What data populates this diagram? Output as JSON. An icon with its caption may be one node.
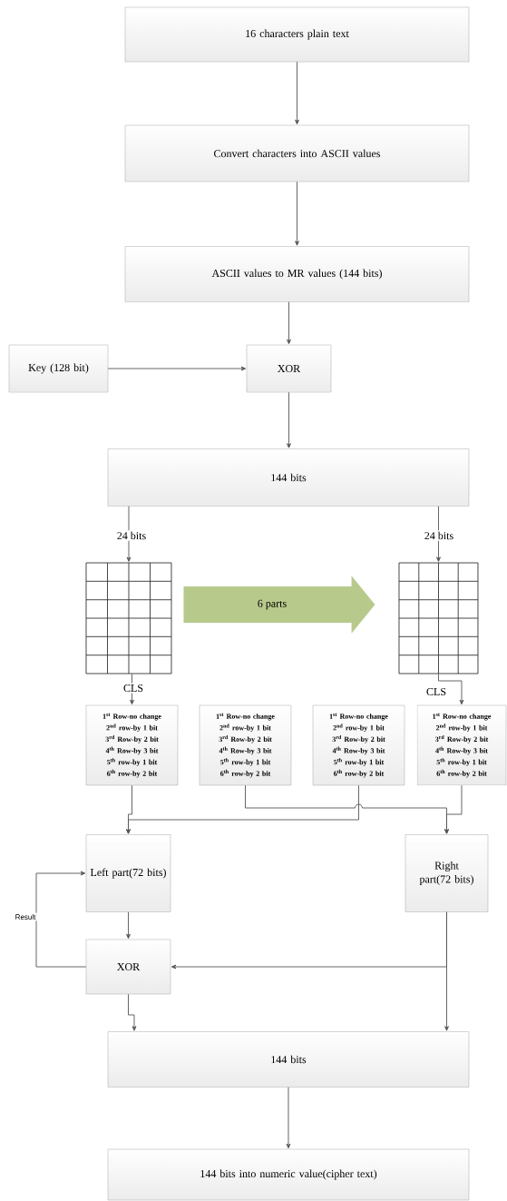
{
  "diagram": {
    "nodes": [
      {
        "text": [
          "16 characters plain text"
        ]
      },
      {
        "text": [
          "Convert characters into ASCII values"
        ]
      },
      {
        "text": [
          "ASCII values to MR values (144 bits)"
        ]
      },
      {
        "text": [
          "Key (128 bit)"
        ]
      },
      {
        "text": [
          "XOR"
        ]
      },
      {
        "text": [
          "144 bits"
        ]
      },
      {
        "text": [],
        "shape": "grid"
      },
      {
        "text": [],
        "shape": "grid"
      },
      {
        "text": [
          "\\textbf{1}^{\\textbf{st}}\\textbf{ Row-no change}",
          "\\textbf{2}^{\\textbf{nd}}\\textbf{ row-by 1 bit}",
          "\\textbf{3}^{\\textbf{rd}}\\textbf{ Row-by 2 bit}",
          "\\textbf{4}^{\\textbf{th}}\\textbf{ Row-by 3 bit}",
          "\\textbf{5}^{\\textbf{th}}\\textbf{ row-by 1 bit}",
          "\\textbf{6}^{\\textbf{th}}\\textbf{ row-by 2 bit}"
        ]
      },
      {
        "text": [
          "\\textbf{1}^{\\textbf{st}}\\textbf{ Row-no change}",
          "\\textbf{2}^{\\textbf{nd}}\\textbf{ row-by 1 bit}",
          "\\textbf{3}^{\\textbf{rd}}\\textbf{ Row-by 2 bit}",
          "\\textbf{4}^{\\textbf{th}}\\textbf{ Row-by 3 bit}",
          "\\textbf{5}^{\\textbf{th}}\\textbf{ row-by 1 bit}",
          "\\textbf{6}^{\\textbf{th}}\\textbf{ row-by 2 bit}"
        ]
      },
      {
        "text": [
          "\\textbf{1}^{\\textbf{st}}\\textbf{ Row-no change}",
          "\\textbf{2}^{\\textbf{nd}}\\textbf{ row-by 1 bit}",
          "\\textbf{3}^{\\textbf{rd}}\\textbf{ Row-by 2 bit}",
          "\\textbf{4}^{\\textbf{th}}\\textbf{ Row-by 3 bit}",
          "\\textbf{5}^{\\textbf{th}}\\textbf{ row-by 1 bit}",
          "\\textbf{6}^{\\textbf{th}}\\textbf{ row-by 2 bit}"
        ]
      },
      {
        "text": [
          "\\textbf{1}^{\\textbf{st}}\\textbf{ Row-no change}",
          "\\textbf{2}^{\\textbf{nd}}\\textbf{ row-by 1 bit}",
          "\\textbf{3}^{\\textbf{rd}}\\textbf{ Row-by 2 bit}",
          "\\textbf{4}^{\\textbf{th}}\\textbf{ Row-by 3 bit}",
          "\\textbf{5}^{\\textbf{th}}\\textbf{ row-by 1 bit}",
          "\\textbf{6}^{\\textbf{th}}\\textbf{ row-by 2 bit}"
        ]
      },
      {
        "text": [
          "Left part(72 bits)"
        ]
      },
      {
        "text": [
          "Right part(72 bits)"
        ]
      },
      {
        "text": [
          "XOR"
        ]
      },
      {
        "text": [
          "144 bits"
        ]
      },
      {
        "text": [
          "144 bits into numeric value(cipher text)"
        ]
      }
    ],
    "edges": [
      {
        "from": 0,
        "to": 1,
        "arrow": "to"
      },
      {
        "from": 1,
        "to": 2,
        "arrow": "to"
      },
      {
        "from": 2,
        "to": 4,
        "arrow": "to"
      },
      {
        "from": 3,
        "to": 4,
        "arrow": "to"
      },
      {
        "from": 4,
        "to": 5,
        "arrow": "to"
      },
      {
        "from": 5,
        "to": 6,
        "arrow": "to",
        "label": "24 bits"
      },
      {
        "from": 5,
        "to": 7,
        "arrow": "to",
        "label": "24 bits"
      },
      {
        "from": 6,
        "to": 7,
        "arrow": "to",
        "label": "6 parts",
        "style": "thick",
        "color": "#b7ca8c"
      },
      {
        "from": 6,
        "to": 8,
        "arrow": "to",
        "label": "CLS"
      },
      {
        "from": 7,
        "to": 11,
        "arrow": "to",
        "label": "CLS"
      },
      {
        "from": 8,
        "to": 12,
        "arrow": "to"
      },
      {
        "from": 10,
        "to": 12,
        "arrow": "to"
      },
      {
        "from": 9,
        "to": 13,
        "arrow": "to"
      },
      {
        "from": 11,
        "to": 13,
        "arrow": "to"
      },
      {
        "from": 12,
        "to": 14,
        "arrow": "to"
      },
      {
        "from": 13,
        "to": 14,
        "arrow": "to"
      },
      {
        "from": 14,
        "to": 12,
        "arrow": "to",
        "label": "Result"
      },
      {
        "from": 14,
        "to": 15,
        "arrow": "to"
      },
      {
        "from": 13,
        "to": 15,
        "arrow": "to"
      },
      {
        "from": 15,
        "to": 16,
        "arrow": "to"
      }
    ]
  }
}
